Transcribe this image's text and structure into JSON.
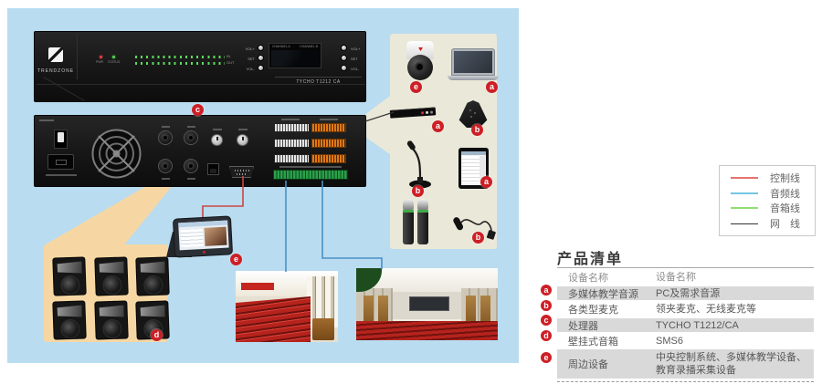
{
  "processor_front": {
    "brand": "TRENDZONE",
    "model": "TYCHO T1212 CA",
    "led_pwr": "PWR",
    "led_status": "STATUS",
    "meter_in": "IN",
    "meter_out": "OUT",
    "display_channel_a": "CHANNEL A",
    "display_channel_b": "CHANNEL B",
    "btn_vol_up": "VOL+",
    "btn_set": "SET",
    "btn_vol_down": "VOL-"
  },
  "markers": {
    "processor": "c",
    "speakers": "d",
    "touch_panel": "e",
    "camera": "e",
    "laptop": "a",
    "av_source": "a",
    "conference_mic": "b",
    "gooseneck_mic": "b",
    "tablet": "a",
    "lavalier_mic": "b"
  },
  "legend": {
    "items": [
      {
        "label": "控制线",
        "color": "#e5726e"
      },
      {
        "label": "音频线",
        "color": "#74c6e3"
      },
      {
        "label": "音箱线",
        "color": "#93dd74"
      },
      {
        "label": "网　线",
        "color": "#333333"
      }
    ]
  },
  "product_list": {
    "title": "产品清单",
    "col1_header": "设备名称",
    "col2_header": "设备名称",
    "rows": [
      {
        "marker": "a",
        "name": "多媒体教学音源",
        "desc": "PC及需求音源"
      },
      {
        "marker": "b",
        "name": "各类型麦克",
        "desc": "领夹麦克、无线麦克等"
      },
      {
        "marker": "c",
        "name": "处理器",
        "desc": "TYCHO T1212/CA"
      },
      {
        "marker": "d",
        "name": "壁挂式音箱",
        "desc": "SMS6"
      },
      {
        "marker": "e",
        "name": "周边设备",
        "desc": "中央控制系统、多媒体教学设备、\n教育录播采集设备"
      }
    ]
  },
  "line_colors": {
    "control": "#c94745",
    "audio": "#4a90c8",
    "network": "#333333"
  }
}
